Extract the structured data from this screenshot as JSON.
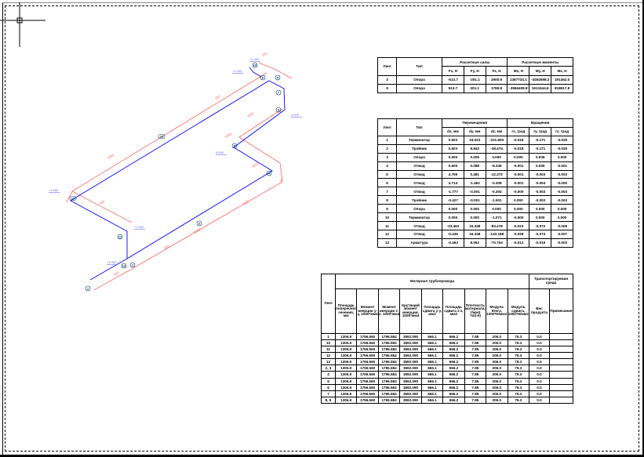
{
  "drawing": {
    "elevations": [
      "+1.000",
      "+1.000",
      "0.000",
      "+1.000",
      "+1.000",
      "0.000",
      "+1.000"
    ],
    "dimensions": [
      "900",
      "500",
      "6000",
      "1500",
      "3000",
      "6000",
      "1000",
      "500",
      "2000",
      "500",
      "200"
    ],
    "nodes": [
      "1",
      "2",
      "12",
      "11",
      "13",
      "15",
      "3",
      "4",
      "5",
      "6",
      "7",
      "8",
      "9",
      "10"
    ],
    "colors": {
      "pipe": "#0000ff",
      "dimension": "#ff6666",
      "elevation": "#6666ff",
      "node": "#003366"
    }
  },
  "reactions": {
    "headers": {
      "node": "Узел",
      "type": "Тип",
      "forces": "Расчетные силы",
      "moments": "Расчетные моменты"
    },
    "columns": [
      "Fx, Н",
      "Fy, Н",
      "Fz, Н",
      "Mx, Н",
      "My, Н",
      "Mz, Н"
    ],
    "rows": [
      [
        "3",
        "Опора",
        "-513.7",
        "-201.1",
        "2500.9",
        "1367734.1",
        "-3454598.3",
        "191462.0"
      ],
      [
        "9",
        "Опора",
        "513.7",
        "201.1",
        "1789.8",
        "-3966409.8",
        "1913444.6",
        "818617.8"
      ]
    ]
  },
  "displacements": {
    "headers": {
      "node": "Узел",
      "type": "Тип",
      "moves": "Перемещения",
      "rotations": "Вращения"
    },
    "columns": [
      "dx, мм",
      "dy, мм",
      "dz, мм",
      "rx, град",
      "ry, град",
      "rz, град"
    ],
    "rows": [
      [
        "1",
        "Терминатор",
        "0.603",
        "19.023",
        "-101.600",
        "-0.018",
        "-0.171",
        "-0.025"
      ],
      [
        "2",
        "Тройник",
        "0.603",
        "8.843",
        "-38.474",
        "-0.018",
        "-0.171",
        "-0.025"
      ],
      [
        "3",
        "Опора",
        "0.000",
        "0.005",
        "0.000",
        "0.000",
        "0.006",
        "0.000"
      ],
      [
        "4",
        "Отвод",
        "0.605",
        "0.088",
        "-8.338",
        "-0.001",
        "0.005",
        "-0.001"
      ],
      [
        "5",
        "Отвод",
        "4.795",
        "0.481",
        "-12.372",
        "-0.001",
        "-0.003",
        "-0.003"
      ],
      [
        "6",
        "Отвод",
        "4.714",
        "-1.462",
        "-0.308",
        "-0.001",
        "-0.004",
        "-0.000"
      ],
      [
        "7",
        "Отвод",
        "-1.777",
        "-0.001",
        "-0.304",
        "-0.000",
        "-0.003",
        "-0.003"
      ],
      [
        "8",
        "Тройник",
        "-0.427",
        "-0.001",
        "-1.501",
        "0.000",
        "-0.003",
        "-0.003"
      ],
      [
        "9",
        "Опора",
        "0.000",
        "0.000",
        "0.000",
        "0.000",
        "0.000",
        "0.000"
      ],
      [
        "10",
        "Терминатор",
        "0.000",
        "0.000",
        "-1.071",
        "-0.000",
        "0.000",
        "0.000"
      ],
      [
        "11",
        "Отвод",
        "-33.463",
        "34.348",
        "-83.478",
        "-0.023",
        "-0.072",
        "-0.005"
      ],
      [
        "12",
        "Отвод",
        "-0.436",
        "34.348",
        "-143.188",
        "-0.028",
        "-0.073",
        "-0.007"
      ],
      [
        "13",
        "Арматура",
        "-0.463",
        "8.062",
        "-70.704",
        "-0.012",
        "-0.015",
        "-0.003"
      ]
    ]
  },
  "materials": {
    "headers": {
      "node": "Узел",
      "material": "Материал трубопровода",
      "medium": "Транспортируемая среда"
    },
    "columns": [
      "Площадь поперечного сечения, мм",
      "Момент инерции y-y, 1000*мм4",
      "Момент инерции z-z, 1000*мм4",
      "Крутящий момент инерции, 1000*мм4",
      "Площадь сдвига y-y, мм2",
      "Площадь сдвига z-z, мм2",
      "Плотность материала, т/мм3 *10(-9)",
      "Модуль Юнга, 1000*Н/мм2",
      "Модуль сдвига, 1000*Н/мм2",
      "Вес продукта",
      "Примечание"
    ],
    "rows": [
      [
        "1",
        "1306.9",
        "1796.560",
        "1796.584",
        "3592.090",
        "666.1",
        "666.2",
        "7.85",
        "206.0",
        "79.3",
        "0.0",
        ""
      ],
      [
        "10",
        "1306.9",
        "1796.560",
        "1796.584",
        "3592.090",
        "666.1",
        "666.2",
        "7.85",
        "206.0",
        "79.3",
        "0.0",
        ""
      ],
      [
        "11",
        "1306.9",
        "1796.560",
        "1796.584",
        "3592.090",
        "666.1",
        "666.2",
        "7.85",
        "206.0",
        "79.3",
        "0.0",
        ""
      ],
      [
        "12",
        "1306.9",
        "1796.560",
        "1796.584",
        "3592.090",
        "666.1",
        "666.2",
        "7.85",
        "206.0",
        "79.3",
        "0.0",
        ""
      ],
      [
        "13",
        "1306.9",
        "1796.560",
        "1796.584",
        "3592.090",
        "666.1",
        "666.2",
        "7.85",
        "206.0",
        "79.3",
        "0.0",
        ""
      ],
      [
        "2, 3",
        "1306.9",
        "1796.560",
        "1796.584",
        "3592.090",
        "666.1",
        "666.2",
        "7.85",
        "206.0",
        "79.3",
        "0.0",
        ""
      ],
      [
        "4",
        "1306.9",
        "1796.560",
        "1796.584",
        "3592.090",
        "666.1",
        "666.2",
        "7.85",
        "206.0",
        "79.3",
        "0.0",
        ""
      ],
      [
        "5",
        "1306.9",
        "1796.560",
        "1796.584",
        "3592.090",
        "666.1",
        "666.2",
        "7.85",
        "206.0",
        "79.3",
        "0.0",
        ""
      ],
      [
        "6",
        "1306.9",
        "1796.560",
        "1796.584",
        "3592.090",
        "666.1",
        "666.2",
        "7.85",
        "206.0",
        "79.3",
        "0.0",
        ""
      ],
      [
        "7",
        "1306.9",
        "1796.560",
        "1796.584",
        "3592.090",
        "666.1",
        "666.2",
        "7.85",
        "206.0",
        "79.3",
        "0.0",
        ""
      ],
      [
        "8, 9",
        "1306.9",
        "1796.560",
        "1796.584",
        "3592.090",
        "666.1",
        "666.2",
        "7.85",
        "206.0",
        "79.3",
        "0.0",
        ""
      ]
    ]
  }
}
